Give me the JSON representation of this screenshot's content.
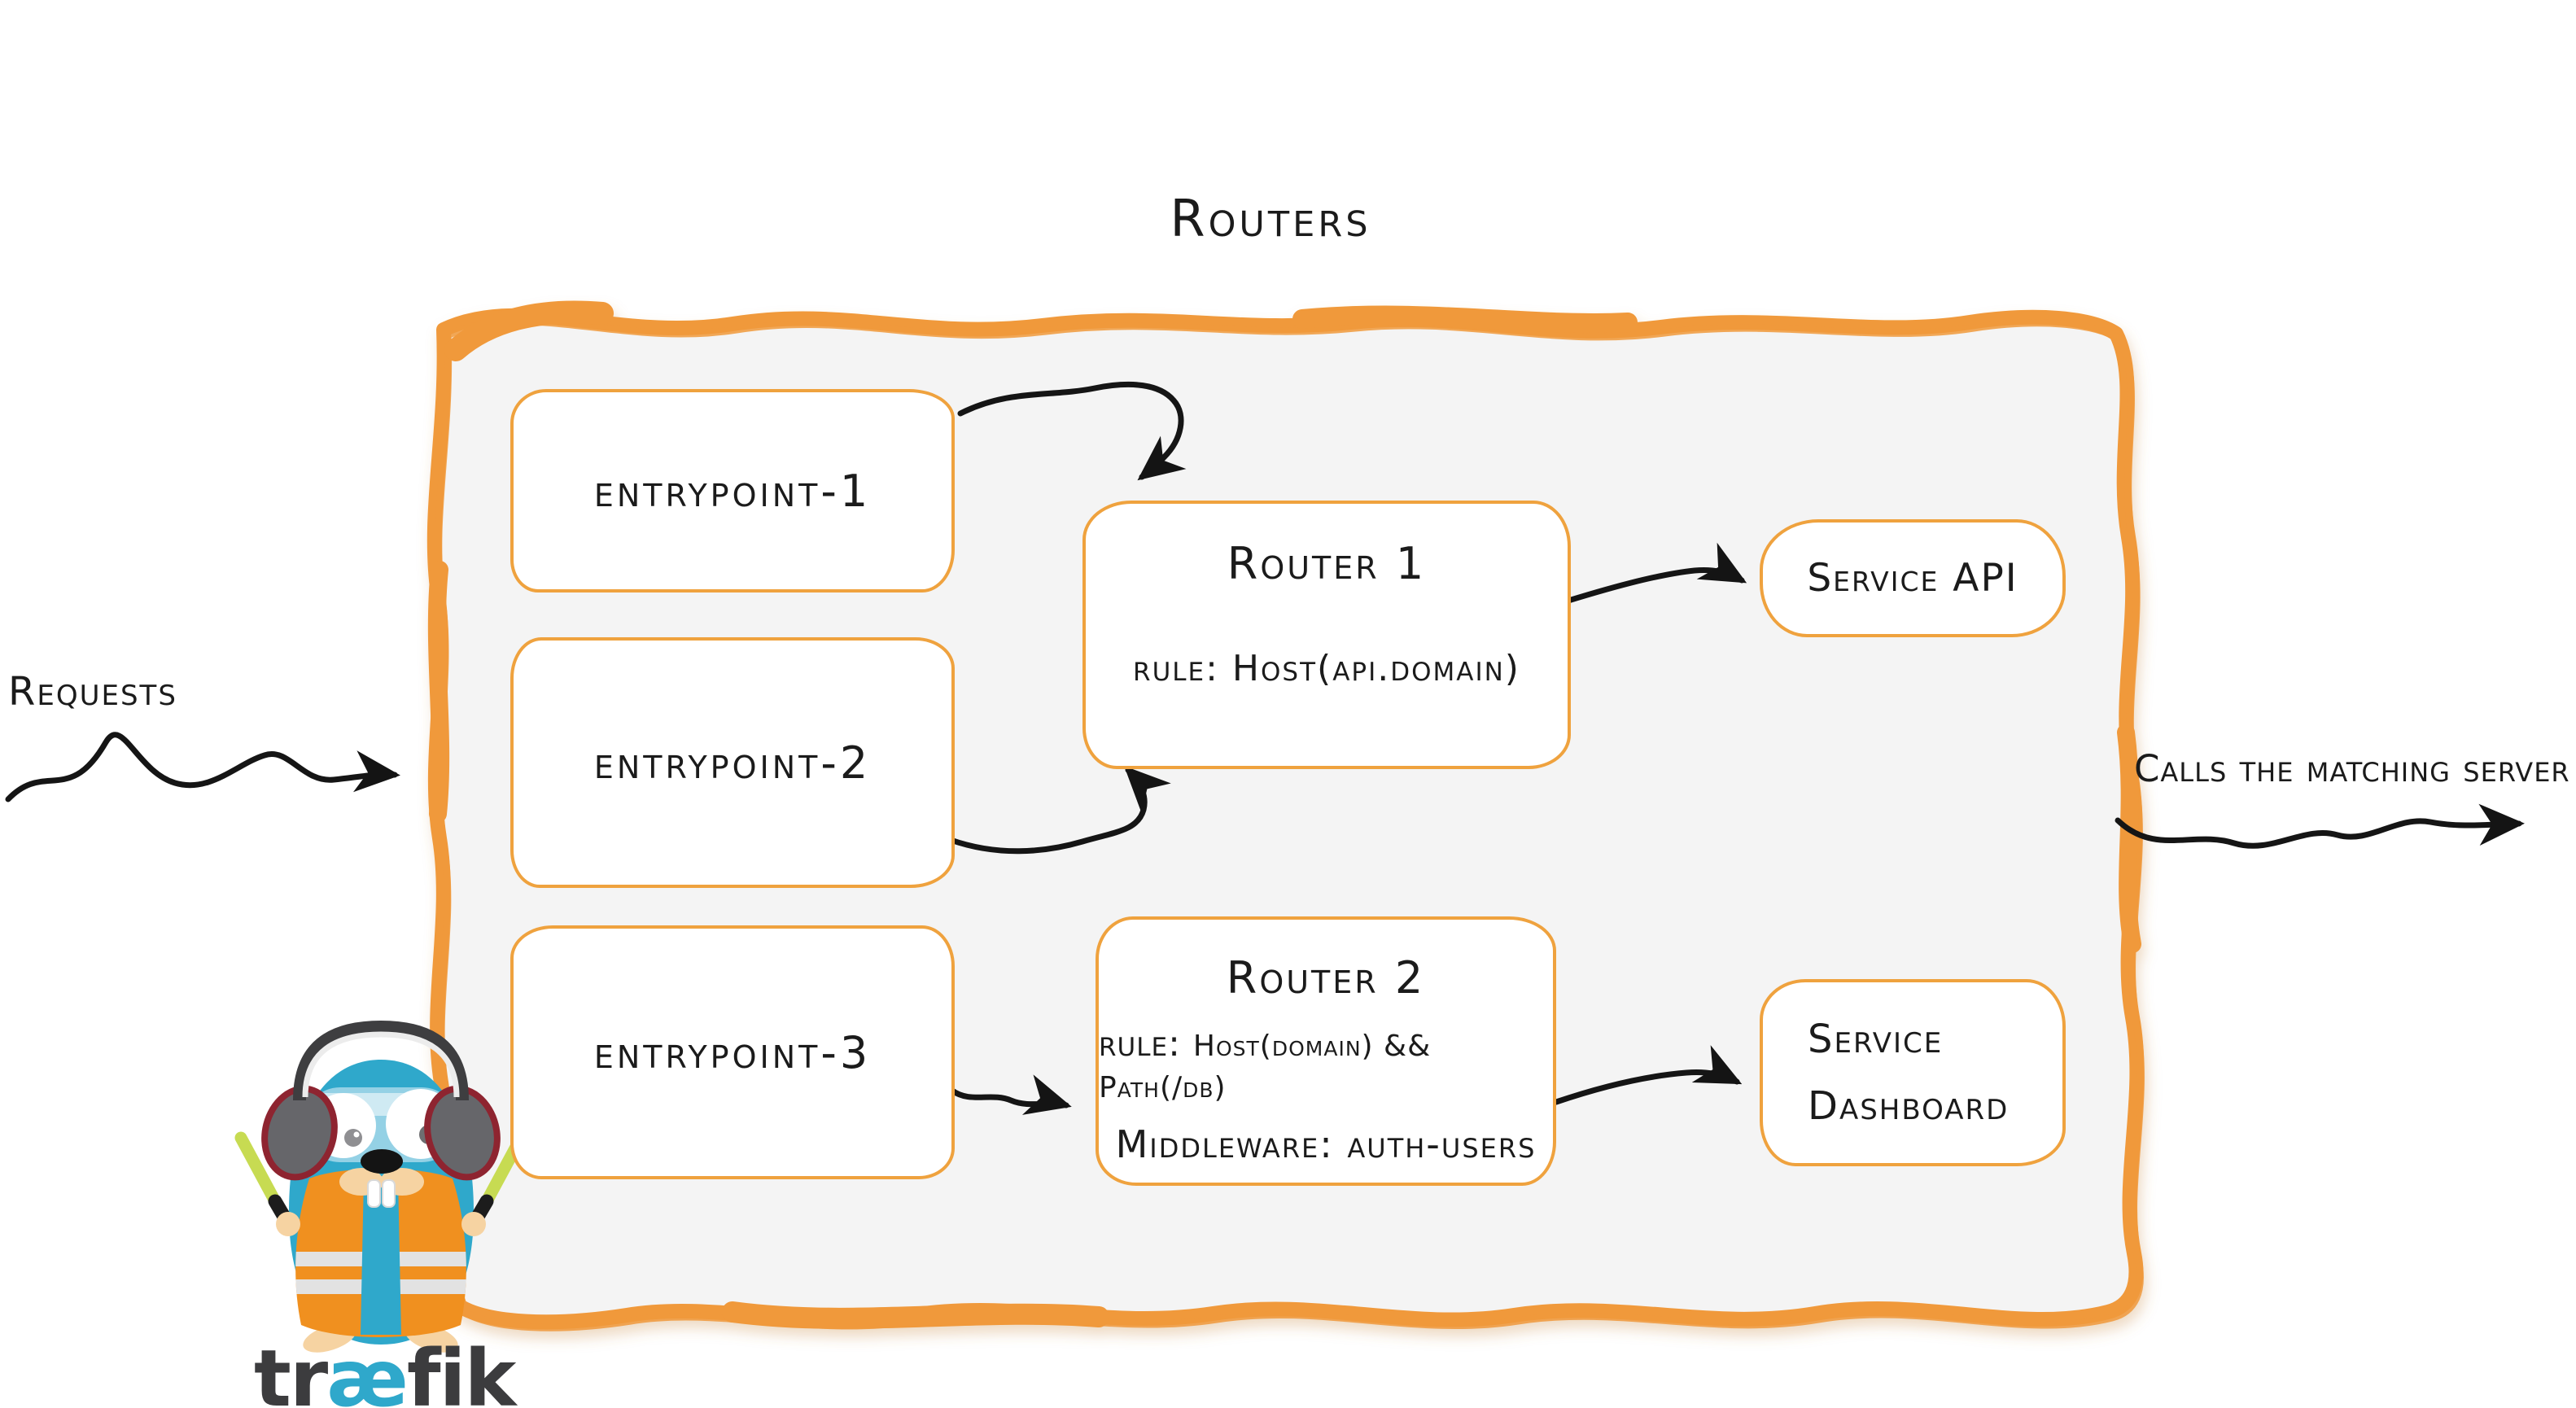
{
  "title": "Routers",
  "labels": {
    "requests": "Requests",
    "calls": "Calls the matching server"
  },
  "entrypoints": [
    {
      "label": "entrypoint-1"
    },
    {
      "label": "entrypoint-2"
    },
    {
      "label": "entrypoint-3"
    }
  ],
  "routers": [
    {
      "name": "Router 1",
      "rule": "rule: Host(api.domain)"
    },
    {
      "name": "Router 2",
      "rule_label": "rule:",
      "rule_value": "Host(domain) && Path(/db)",
      "middleware": "Middleware: auth-users"
    }
  ],
  "services": [
    {
      "label": "Service API"
    },
    {
      "label_line1": "Service",
      "label_line2": "Dashboard"
    }
  ],
  "logo": {
    "part1": "tr",
    "part2": "æ",
    "part3": "fik"
  },
  "colors": {
    "container_border_orange": "#f0993b",
    "box_border_orange": "#efa23e",
    "container_bg": "#f4f4f4",
    "ink": "#1b1b1b",
    "traefik_blue": "#2fa8cb",
    "vest_orange": "#f0901f",
    "glowstick_green": "#c7db52",
    "headphone_red": "#8e2430"
  }
}
